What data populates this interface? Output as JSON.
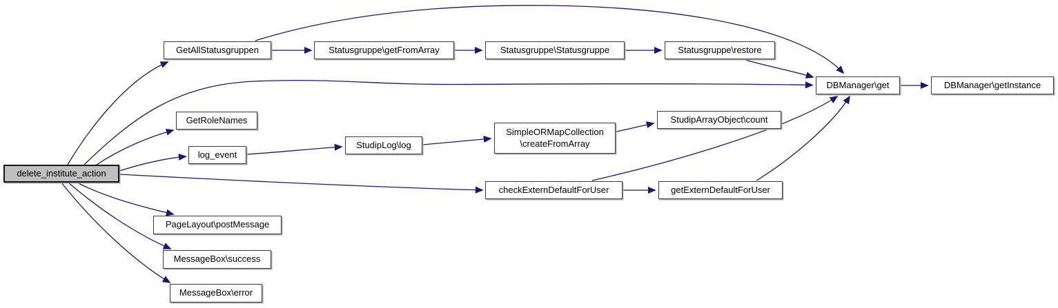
{
  "diagram": {
    "type": "call-graph",
    "root_function": "delete_institute_action",
    "colors": {
      "edge": "#191970",
      "node_background": "#ffffff",
      "node_border": "#3a3a3a",
      "root_node_background": "#bfbfbf",
      "page_background": "#ffffff",
      "text": "#000000"
    },
    "nodes": [
      {
        "id": "delete_institute_action",
        "label": "delete_institute_action",
        "highlighted": true
      },
      {
        "id": "GetAllStatusgruppen",
        "label": "GetAllStatusgruppen",
        "highlighted": false
      },
      {
        "id": "Statusgruppe_getFromArray",
        "label": "Statusgruppe\\getFromArray",
        "highlighted": false
      },
      {
        "id": "Statusgruppe_Statusgruppe",
        "label": "Statusgruppe\\Statusgruppe",
        "highlighted": false
      },
      {
        "id": "Statusgruppe_restore",
        "label": "Statusgruppe\\restore",
        "highlighted": false
      },
      {
        "id": "DBManager_get",
        "label": "DBManager\\get",
        "highlighted": false
      },
      {
        "id": "DBManager_getInstance",
        "label": "DBManager\\getInstance",
        "highlighted": false
      },
      {
        "id": "GetRoleNames",
        "label": "GetRoleNames",
        "highlighted": false
      },
      {
        "id": "log_event",
        "label": "log_event",
        "highlighted": false
      },
      {
        "id": "StudipLog_log",
        "label": "StudipLog\\log",
        "highlighted": false
      },
      {
        "id": "SimpleORMapCollection_createFromArray",
        "label": "SimpleORMapCollection\n\\createFromArray",
        "highlighted": false
      },
      {
        "id": "StudipArrayObject_count",
        "label": "StudipArrayObject\\count",
        "highlighted": false
      },
      {
        "id": "checkExternDefaultForUser",
        "label": "checkExternDefaultForUser",
        "highlighted": false
      },
      {
        "id": "getExternDefaultForUser",
        "label": "getExternDefaultForUser",
        "highlighted": false
      },
      {
        "id": "PageLayout_postMessage",
        "label": "PageLayout\\postMessage",
        "highlighted": false
      },
      {
        "id": "MessageBox_success",
        "label": "MessageBox\\success",
        "highlighted": false
      },
      {
        "id": "MessageBox_error",
        "label": "MessageBox\\error",
        "highlighted": false
      }
    ],
    "edges": [
      {
        "from": "delete_institute_action",
        "to": "GetAllStatusgruppen"
      },
      {
        "from": "delete_institute_action",
        "to": "DBManager_get"
      },
      {
        "from": "delete_institute_action",
        "to": "GetRoleNames"
      },
      {
        "from": "delete_institute_action",
        "to": "log_event"
      },
      {
        "from": "delete_institute_action",
        "to": "checkExternDefaultForUser"
      },
      {
        "from": "delete_institute_action",
        "to": "PageLayout_postMessage"
      },
      {
        "from": "delete_institute_action",
        "to": "MessageBox_success"
      },
      {
        "from": "delete_institute_action",
        "to": "MessageBox_error"
      },
      {
        "from": "GetAllStatusgruppen",
        "to": "Statusgruppe_getFromArray"
      },
      {
        "from": "GetAllStatusgruppen",
        "to": "DBManager_get"
      },
      {
        "from": "Statusgruppe_getFromArray",
        "to": "Statusgruppe_Statusgruppe"
      },
      {
        "from": "Statusgruppe_Statusgruppe",
        "to": "Statusgruppe_restore"
      },
      {
        "from": "Statusgruppe_restore",
        "to": "DBManager_get"
      },
      {
        "from": "DBManager_get",
        "to": "DBManager_getInstance"
      },
      {
        "from": "log_event",
        "to": "StudipLog_log"
      },
      {
        "from": "StudipLog_log",
        "to": "SimpleORMapCollection_createFromArray"
      },
      {
        "from": "SimpleORMapCollection_createFromArray",
        "to": "StudipArrayObject_count"
      },
      {
        "from": "checkExternDefaultForUser",
        "to": "DBManager_get"
      },
      {
        "from": "checkExternDefaultForUser",
        "to": "getExternDefaultForUser"
      },
      {
        "from": "getExternDefaultForUser",
        "to": "DBManager_get"
      }
    ]
  }
}
